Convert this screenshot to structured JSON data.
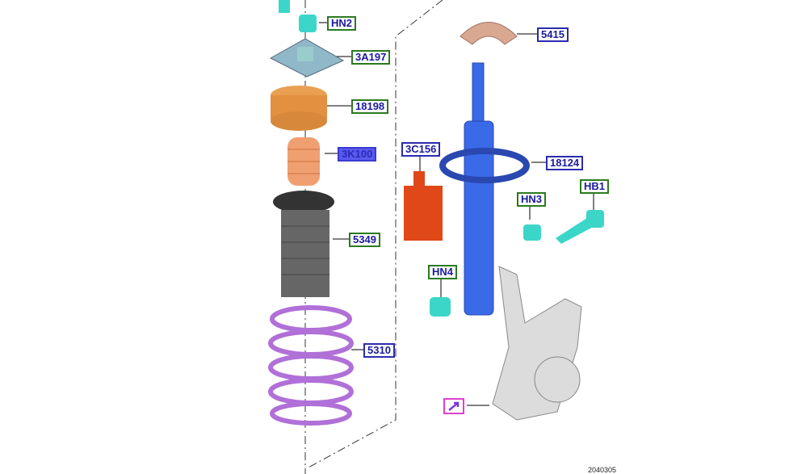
{
  "labels": {
    "hn2": "HN2",
    "a3a197": "3A197",
    "n18198": "18198",
    "a3k100": "3K100",
    "n5349": "5349",
    "n5310": "5310",
    "n5415": "5415",
    "n18124": "18124",
    "a3c156": "3C156",
    "hn3": "HN3",
    "hb1": "HB1",
    "hn4": "HN4"
  },
  "figure_number": "2040305",
  "colors": {
    "green_border": "#2b7a1f",
    "blue_border": "#2b2bb0",
    "selected_fill": "#5a5af0",
    "pink": "#e040d0"
  }
}
